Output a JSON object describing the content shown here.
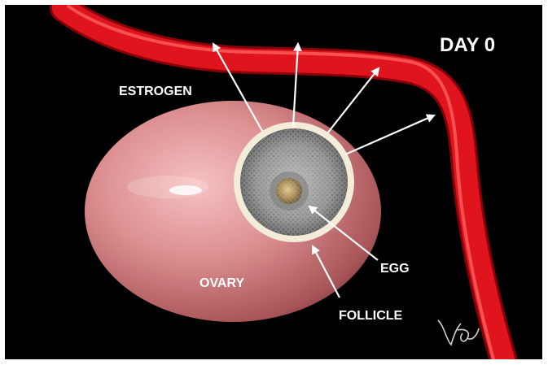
{
  "title": "DAY 0",
  "labels": {
    "estrogen": "ESTROGEN",
    "ovary": "OVARY",
    "egg": "EGG",
    "follicle": "FOLLICLE"
  },
  "colors": {
    "background": "#000000",
    "vessel": "#e0141c",
    "ovary": "#d98686",
    "follicle_rim": "#f3ecd8",
    "arrow": "#ffffff"
  },
  "signature": "artist-signature"
}
